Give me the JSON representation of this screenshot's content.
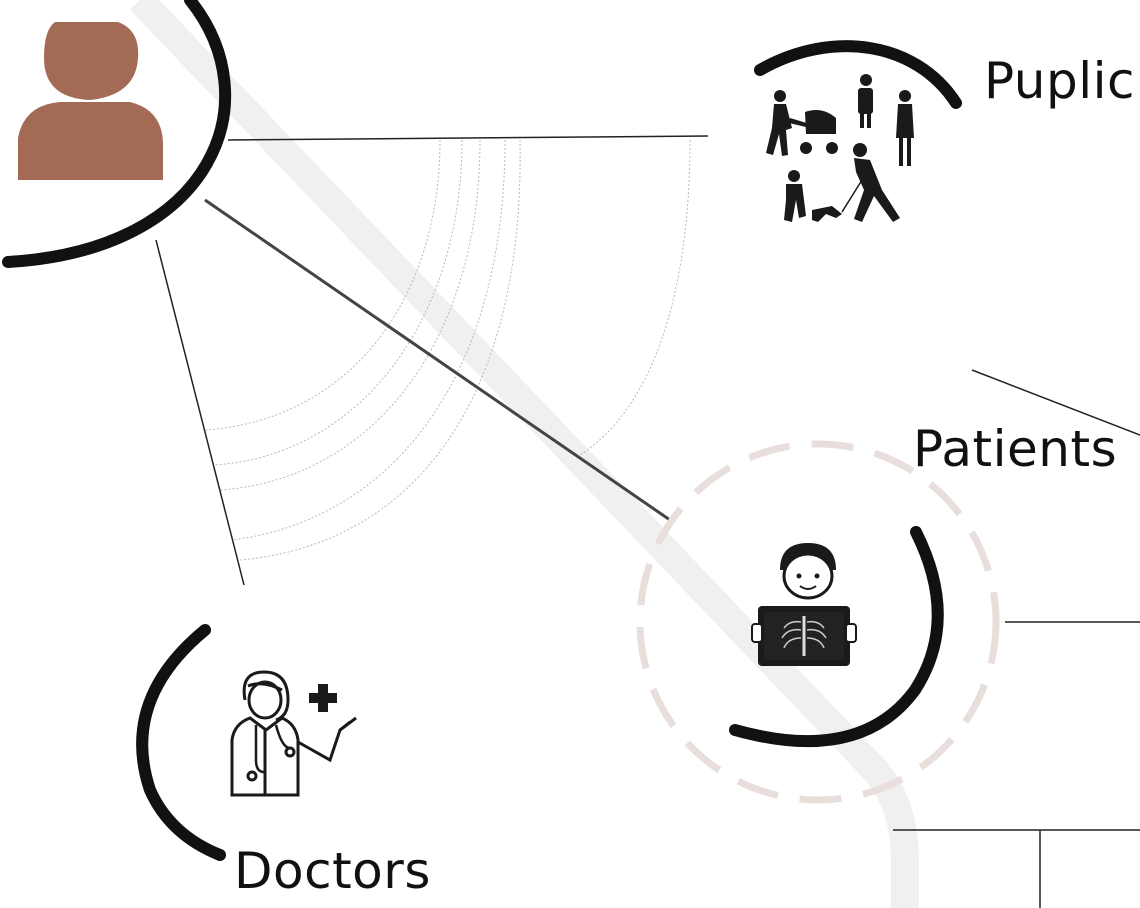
{
  "diagram": {
    "labels": {
      "public": "Puplic",
      "patients": "Patients",
      "doctors": "Doctors"
    },
    "nodes": [
      {
        "id": "user",
        "icon": "user-avatar-icon"
      },
      {
        "id": "public",
        "icon": "public-crowd-icon"
      },
      {
        "id": "patients",
        "icon": "patient-xray-icon"
      },
      {
        "id": "doctors",
        "icon": "doctor-icon"
      }
    ],
    "colors": {
      "avatar": "#a36a55",
      "stroke": "#111111",
      "dashed_ring": "#e8dedb",
      "diagonal_band": "#f1f1f1"
    }
  }
}
